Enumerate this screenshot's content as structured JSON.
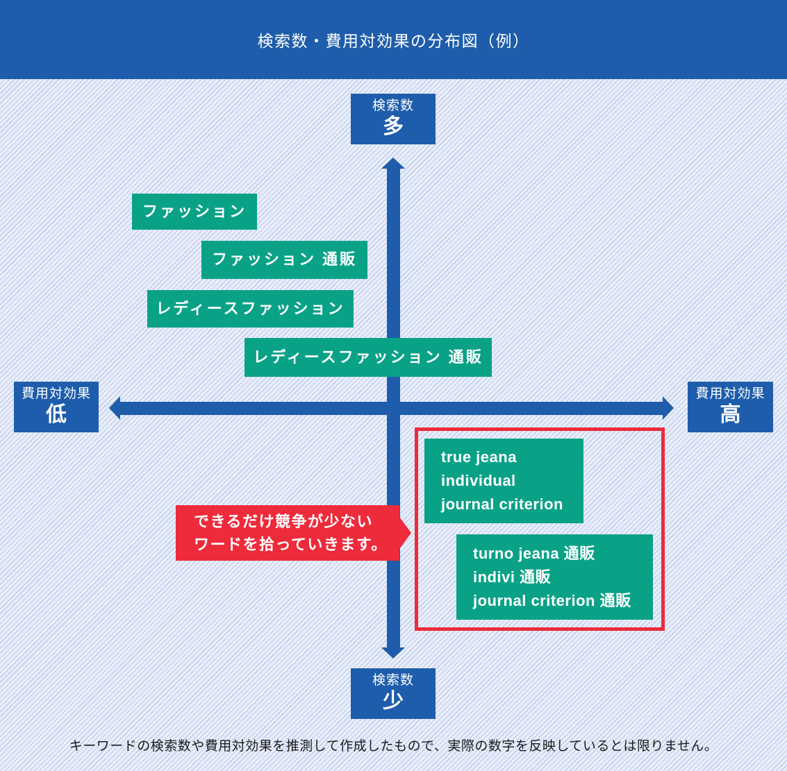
{
  "header": {
    "title": "検索数・費用対効果の分布図（例）"
  },
  "axis_labels": {
    "top": {
      "line1": "検索数",
      "line2": "多"
    },
    "bottom": {
      "line1": "検索数",
      "line2": "少"
    },
    "left": {
      "line1": "費用対効果",
      "line2": "低"
    },
    "right": {
      "line1": "費用対効果",
      "line2": "高"
    }
  },
  "keyword_boxes": [
    {
      "name": "fashion",
      "lines": [
        "ファッション"
      ]
    },
    {
      "name": "fashion-tsuhan",
      "lines": [
        "ファッション 通販"
      ]
    },
    {
      "name": "ladies-fashion",
      "lines": [
        "レディースファッション"
      ]
    },
    {
      "name": "ladies-fashion-tsuhan",
      "lines": [
        "レディースファッション 通販"
      ]
    },
    {
      "name": "brand-words",
      "lines": [
        "true jeana",
        "individual",
        "journal criterion"
      ]
    },
    {
      "name": "brand-words-tsuhan",
      "lines": [
        "turno jeana 通販",
        "indivi 通販",
        "journal criterion 通販"
      ]
    }
  ],
  "callout": {
    "lines": [
      "できるだけ競争が少ない",
      "ワードを拾っていきます。"
    ]
  },
  "footnote": "キーワードの検索数や費用対効果を推測して作成したもので、実際の数字を反映しているとは限りません。",
  "colors": {
    "primary_blue": "#1e5dab",
    "keyword_green": "#0aa287",
    "accent_red": "#ed2b3b",
    "background_light_blue": "#e9eef9",
    "stripe_blue": "#bccbec",
    "text_white": "#ffffff",
    "footnote_text": "#1a1a1a"
  }
}
